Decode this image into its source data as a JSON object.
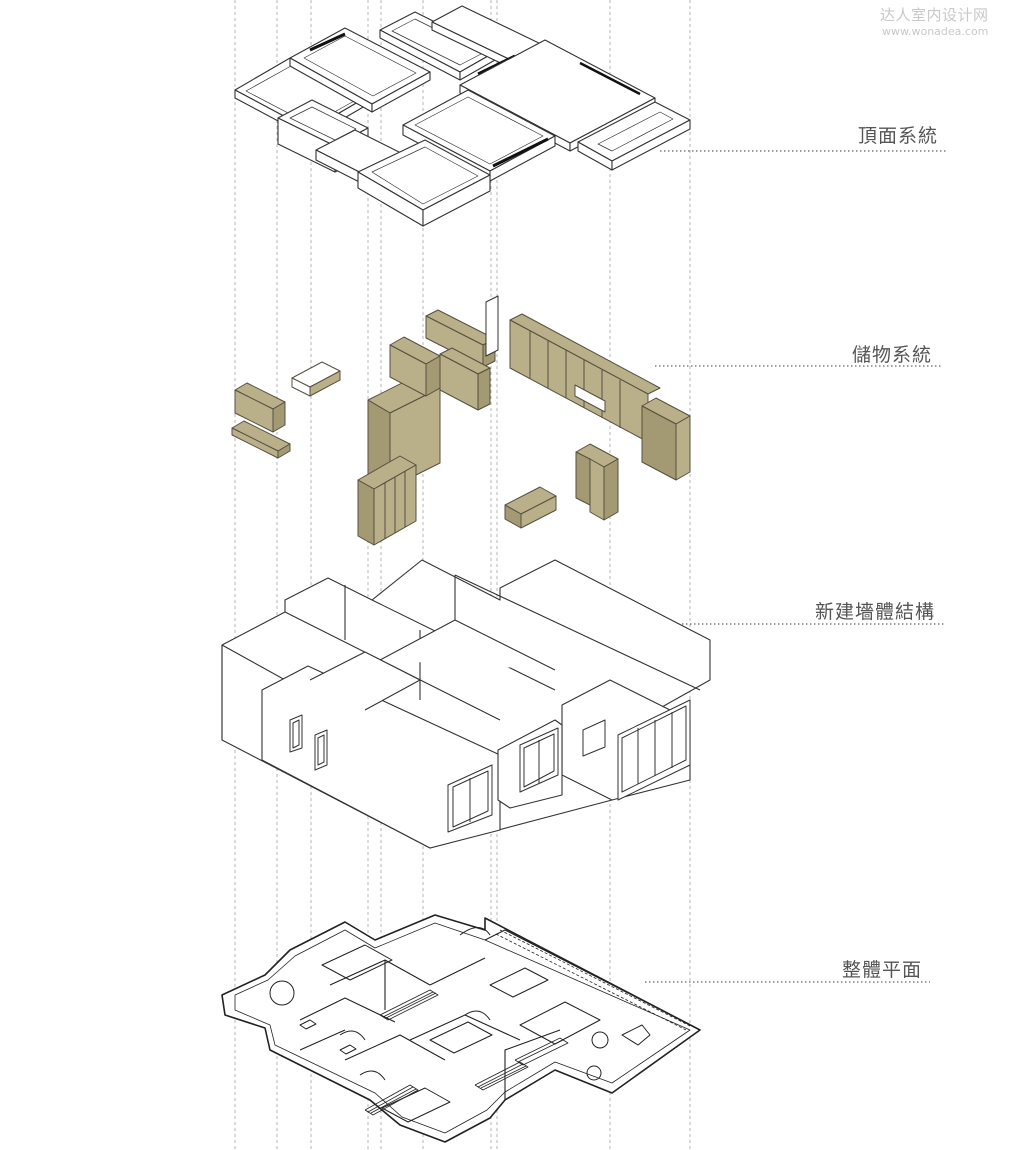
{
  "watermark": {
    "brand": "达人室内设计网",
    "url": "www.wonadea.com"
  },
  "layers": [
    {
      "label": "頂面系統"
    },
    {
      "label": "儲物系統"
    },
    {
      "label": "新建墻體結構"
    },
    {
      "label": "整體平面"
    }
  ],
  "colors": {
    "line": "#333333",
    "guide": "#b5b5b5",
    "cabinet_fill": "#b9b08a",
    "cabinet_stroke": "#555040",
    "wall_fill": "#ffffff",
    "label": "#555555"
  }
}
